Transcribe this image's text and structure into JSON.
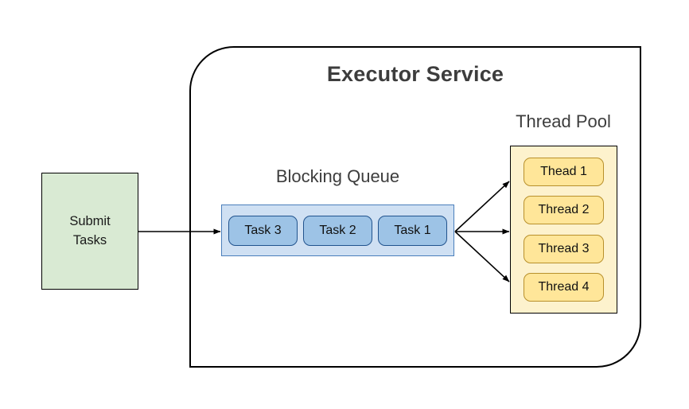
{
  "diagram": {
    "title": "Executor Service",
    "submit": {
      "label": "Submit\nTasks",
      "fill_color": "#d9ead3"
    },
    "queue": {
      "title": "Blocking Queue",
      "fill_color": "#cfe0f3",
      "border_color": "#4a7ebb",
      "tasks": [
        {
          "label": "Task 3"
        },
        {
          "label": "Task 2"
        },
        {
          "label": "Task 1"
        }
      ]
    },
    "pool": {
      "title": "Thread Pool",
      "fill_color": "#fdf2cd",
      "threads": [
        {
          "label": "Thead 1"
        },
        {
          "label": "Thread 2"
        },
        {
          "label": "Thread 3"
        },
        {
          "label": "Thread 4"
        }
      ]
    },
    "arrows": {
      "submit_to_queue": "submit-to-queue-arrow",
      "queue_to_thread_top": "queue-to-thread-top-arrow",
      "queue_to_thread_middle": "queue-to-thread-middle-arrow",
      "queue_to_thread_bottom": "queue-to-thread-bottom-arrow"
    },
    "colors": {
      "stroke": "#000000",
      "text": "#3d3d3d"
    }
  }
}
